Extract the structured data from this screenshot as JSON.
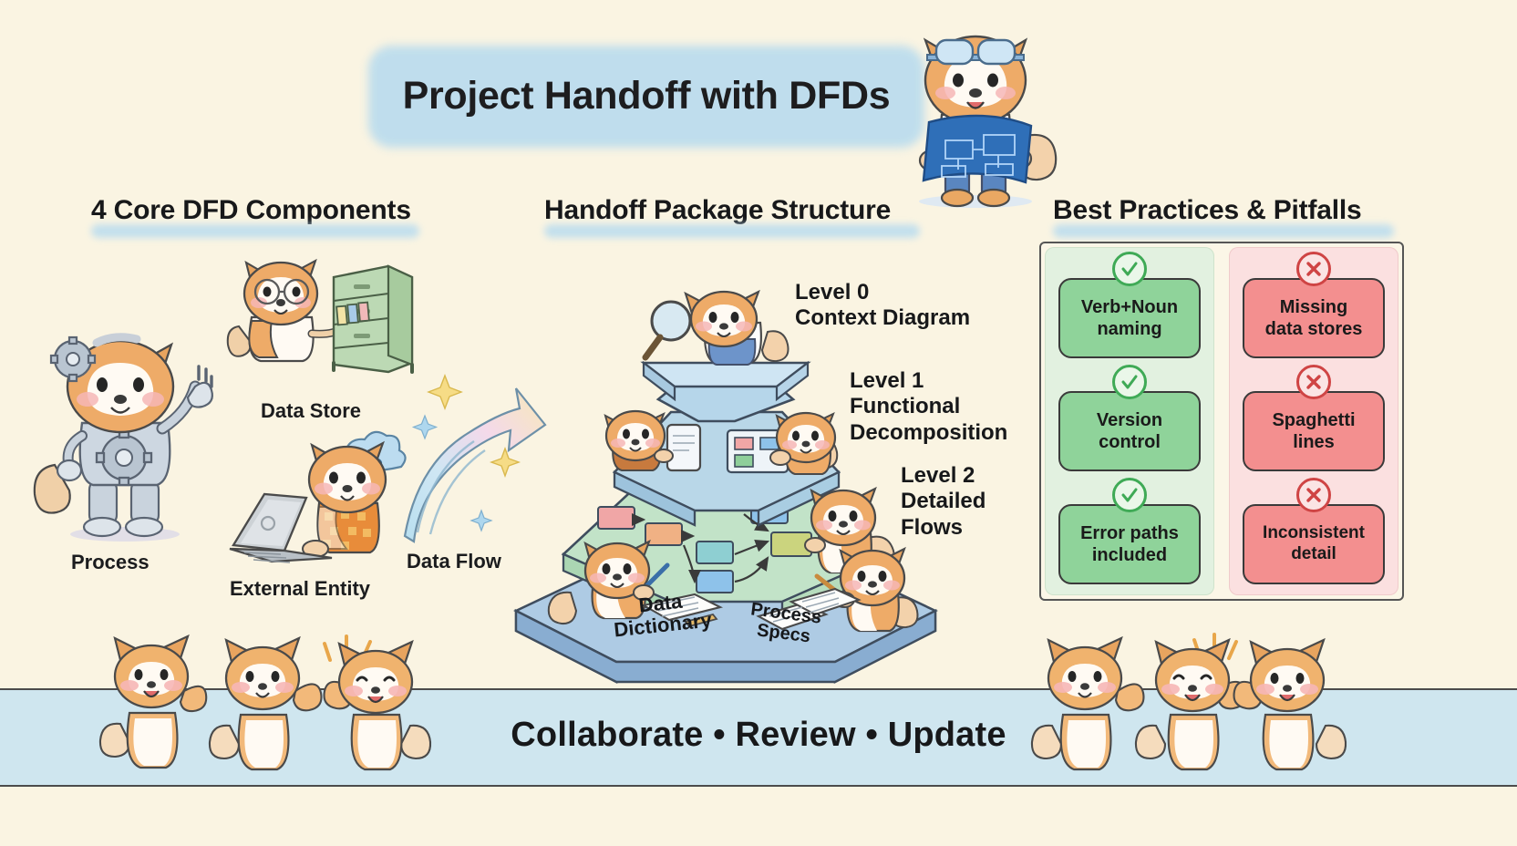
{
  "poster": {
    "title": "Project Handoff with DFDs",
    "background_color": "#faf4e2",
    "wash_color": "#badcee"
  },
  "sections": {
    "left": {
      "heading": "4 Core DFD Components"
    },
    "middle": {
      "heading": "Handoff Package Structure"
    },
    "right": {
      "heading": "Best Practices & Pitfalls"
    }
  },
  "components": [
    {
      "label": "Process",
      "icon": "robot-shiba-gear-icon"
    },
    {
      "label": "Data Store",
      "icon": "filing-cabinet-icon"
    },
    {
      "label": "External Entity",
      "icon": "shiba-laptop-icon"
    },
    {
      "label": "Data Flow",
      "icon": "rainbow-arrow-icon"
    }
  ],
  "pyramid": {
    "levels": [
      {
        "id": "level0",
        "line1": "Level 0",
        "line2": "Context Diagram",
        "color": "#b6d6ea"
      },
      {
        "id": "level1",
        "line1": "Level 1",
        "line2": "Functional",
        "line3": "Decomposition",
        "color": "#b9d7e8"
      },
      {
        "id": "level2",
        "line1": "Level 2",
        "line2": "Detailed",
        "line3": "Flows",
        "color": "#c2e3c8"
      }
    ],
    "base_labels": [
      {
        "line1": "Data",
        "line2": "Dictionary"
      },
      {
        "line1": "Process",
        "line2": "Specs"
      }
    ],
    "base_color": "#aecbe4"
  },
  "best_practices": {
    "badge": "check-circle-icon",
    "accent": "#3faa56",
    "chip_color": "#8fd39a",
    "items": [
      {
        "line1": "Verb+Noun",
        "line2": "naming"
      },
      {
        "line1": "Version",
        "line2": "control"
      },
      {
        "line1": "Error paths",
        "line2": "included"
      }
    ]
  },
  "pitfalls": {
    "badge": "cross-circle-icon",
    "accent": "#cf4444",
    "chip_color": "#f38f8f",
    "items": [
      {
        "line1": "Missing",
        "line2": "data stores"
      },
      {
        "line1": "Spaghetti",
        "line2": "lines"
      },
      {
        "line1": "Inconsistent",
        "line2": "detail"
      }
    ]
  },
  "banner": {
    "text": "Collaborate • Review • Update",
    "color": "#cfe6ef"
  },
  "mascots": [
    {
      "name": "engineer-shiba-blueprint",
      "position": "top-right"
    },
    {
      "name": "robot-shiba",
      "position": "left-process"
    },
    {
      "name": "librarian-shiba",
      "position": "left-data-store"
    },
    {
      "name": "laptop-shiba",
      "position": "left-external-entity"
    },
    {
      "name": "magnifier-shiba",
      "position": "pyramid-apex"
    },
    {
      "name": "tablet-shiba",
      "position": "pyramid-level1-left"
    },
    {
      "name": "board-shiba",
      "position": "pyramid-level1-right"
    },
    {
      "name": "flow-shiba",
      "position": "pyramid-level2-right"
    },
    {
      "name": "writing-shiba",
      "position": "pyramid-base-left"
    },
    {
      "name": "specs-shiba",
      "position": "pyramid-base-right"
    },
    {
      "name": "waving-shiba",
      "position": "banner-left-1"
    },
    {
      "name": "cheering-shiba",
      "position": "banner-left-2"
    },
    {
      "name": "highfive-shiba",
      "position": "banner-left-3"
    },
    {
      "name": "waving-shiba-2",
      "position": "banner-right-1"
    },
    {
      "name": "highfive-shiba-2",
      "position": "banner-right-2"
    },
    {
      "name": "cheering-shiba-2",
      "position": "banner-right-3"
    }
  ]
}
